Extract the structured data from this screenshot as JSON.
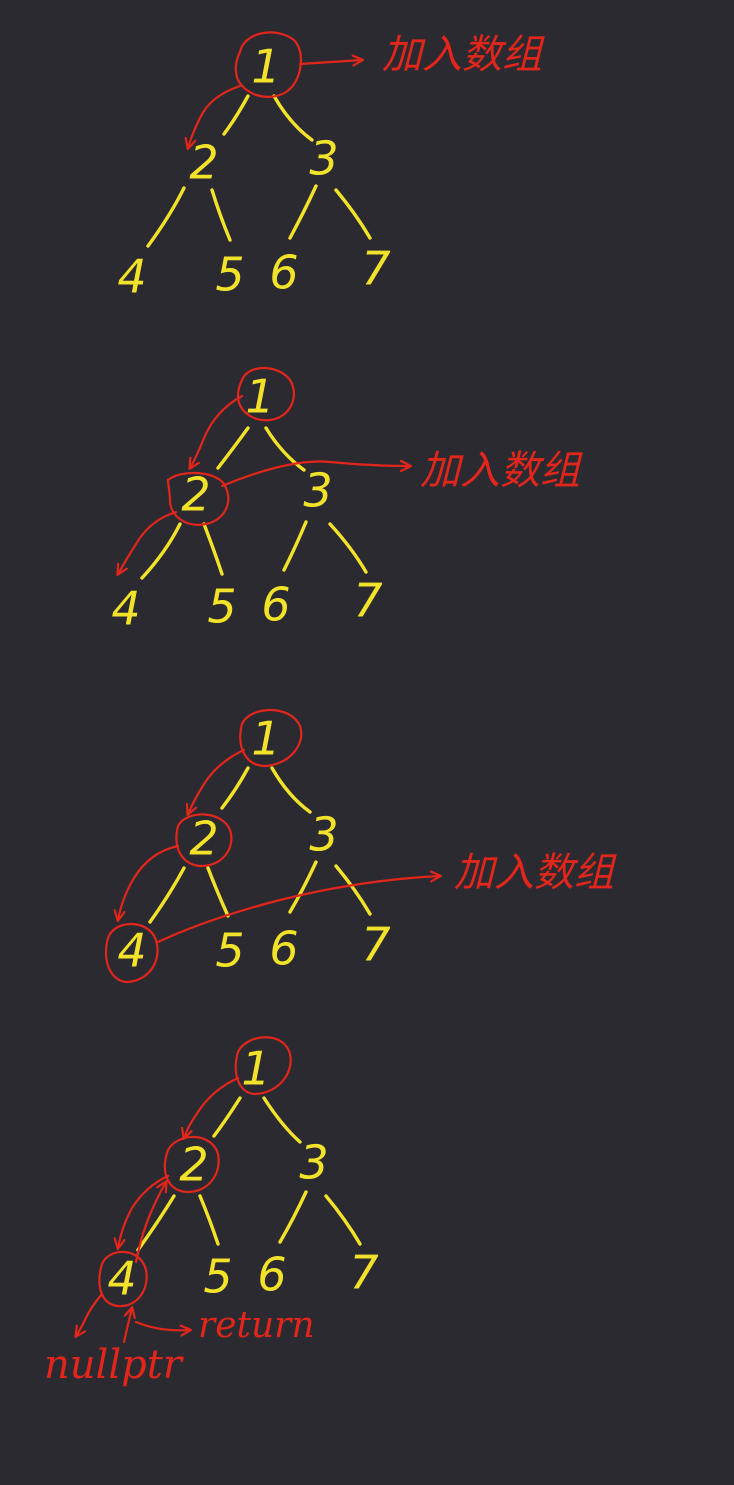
{
  "colors": {
    "background": "#2b2a30",
    "tree": "#f2e32a",
    "annotation": "#e2261b"
  },
  "steps": [
    {
      "nodes": [
        "1",
        "2",
        "3",
        "4",
        "5",
        "6",
        "7"
      ],
      "visited": [
        "1"
      ],
      "note": "加入数组"
    },
    {
      "nodes": [
        "1",
        "2",
        "3",
        "4",
        "5",
        "6",
        "7"
      ],
      "visited": [
        "1",
        "2"
      ],
      "note": "加入数组"
    },
    {
      "nodes": [
        "1",
        "2",
        "3",
        "4",
        "5",
        "6",
        "7"
      ],
      "visited": [
        "1",
        "2",
        "4"
      ],
      "note": "加入数组"
    },
    {
      "nodes": [
        "1",
        "2",
        "3",
        "4",
        "5",
        "6",
        "7"
      ],
      "visited": [
        "1",
        "2",
        "4"
      ],
      "null_label": "nullptr",
      "return_label": "return"
    }
  ]
}
